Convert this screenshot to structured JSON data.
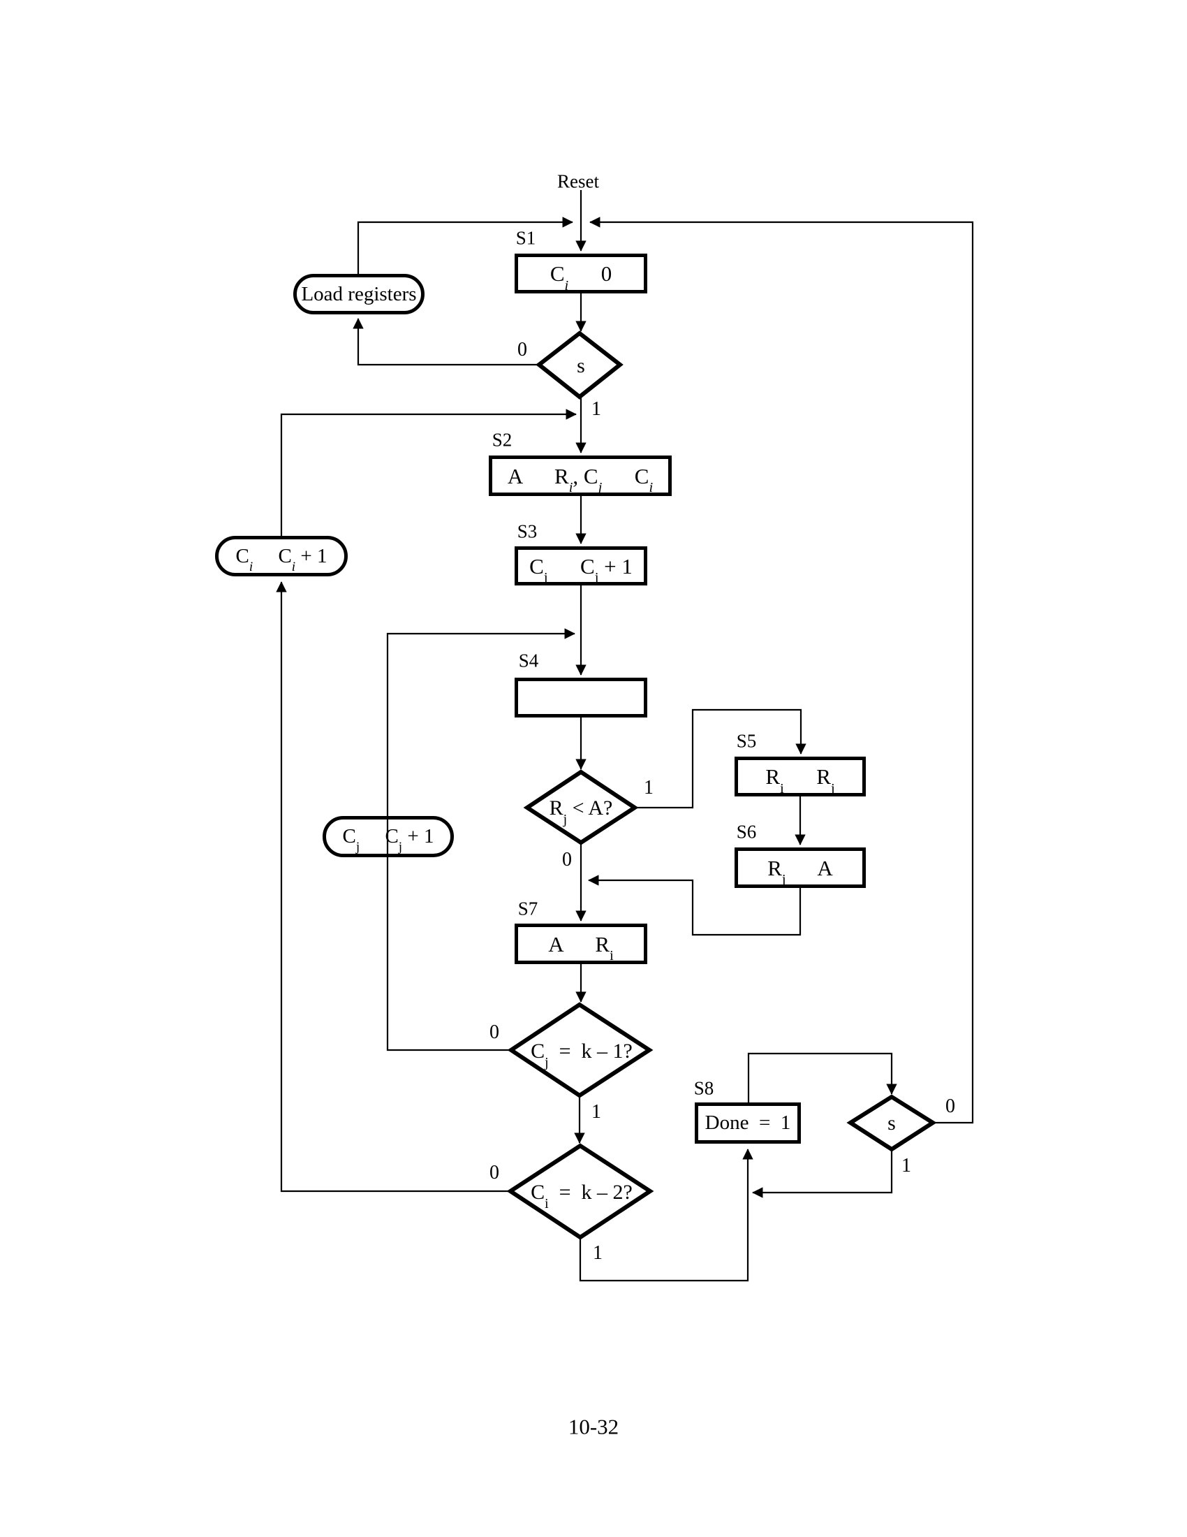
{
  "page": {
    "number": "10-32"
  },
  "flowchart": {
    "reset_label": "Reset",
    "states": {
      "s1": {
        "label": "S1",
        "expr": "C~i~      0",
        "italic_subs": true
      },
      "s2": {
        "label": "S2",
        "expr": "A      R~i~, C~j~      C~i~",
        "italic_subs": true
      },
      "s3": {
        "label": "S3",
        "expr": "C~j~      C~j~ + 1",
        "italic_subs": false
      },
      "s4": {
        "label": "S4",
        "expr": "",
        "italic_subs": false
      },
      "s5": {
        "label": "S5",
        "expr": "R~i~      R~j~",
        "italic_subs": false
      },
      "s6": {
        "label": "S6",
        "expr": "R~j~      A",
        "italic_subs": false
      },
      "s7": {
        "label": "S7",
        "expr": "A      R~i~",
        "italic_subs": false
      },
      "s8": {
        "label": "S8",
        "expr": "Done  =  1",
        "italic_subs": false
      }
    },
    "conditional_outputs": {
      "load_registers": {
        "expr": "Load registers",
        "italic_subs": false
      },
      "inc_ci": {
        "expr": "C~i~     C~i~ + 1",
        "italic_subs": true
      },
      "inc_cj": {
        "expr": "C~j~     C~j~ + 1",
        "italic_subs": false
      }
    },
    "decisions": {
      "s_top": {
        "expr": "s",
        "no": "0",
        "yes": "1"
      },
      "rj_lt_a": {
        "expr": "R~j~ < A?",
        "no": "0",
        "yes": "1"
      },
      "cj_k1": {
        "expr": "C~j~  =  k – 1?",
        "no": "0",
        "yes": "1"
      },
      "ci_k2": {
        "expr": "C~i~  =  k – 2?",
        "no": "0",
        "yes": "1"
      },
      "s_bottom": {
        "expr": "s",
        "no": "0",
        "yes": "1"
      }
    },
    "colors": {
      "ink": "#000000",
      "paper": "#ffffff"
    }
  }
}
